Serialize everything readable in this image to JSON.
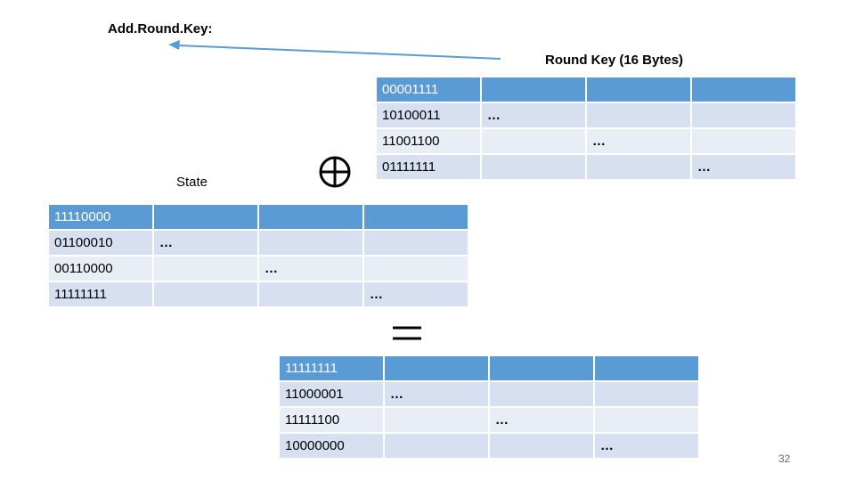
{
  "title": "Add.Round.Key:",
  "round_key": {
    "label": "Round Key (16 Bytes)",
    "rows": [
      [
        "00001111",
        "",
        "",
        ""
      ],
      [
        "10100011",
        "…",
        "",
        ""
      ],
      [
        "11001100",
        "",
        "…",
        ""
      ],
      [
        "01111111",
        "",
        "",
        "…"
      ]
    ]
  },
  "state": {
    "label": "State",
    "rows": [
      [
        "11110000",
        "",
        "",
        ""
      ],
      [
        "01100010",
        "…",
        "",
        ""
      ],
      [
        "00110000",
        "",
        "…",
        ""
      ],
      [
        "11111111",
        "",
        "",
        "…"
      ]
    ]
  },
  "result": {
    "rows": [
      [
        "11111111",
        "",
        "",
        ""
      ],
      [
        "11000001",
        "…",
        "",
        ""
      ],
      [
        "11111100",
        "",
        "…",
        ""
      ],
      [
        "10000000",
        "",
        "",
        "…"
      ]
    ]
  },
  "page_number": "32",
  "colors": {
    "header": "#5b9bd5",
    "row_a": "#d6e0f0",
    "row_b": "#e8edf6",
    "arrow": "#5b9bd5"
  },
  "icons": {
    "xor": "circled-plus-icon",
    "equals": "equals-icon",
    "arrow": "arrow-left-icon"
  }
}
